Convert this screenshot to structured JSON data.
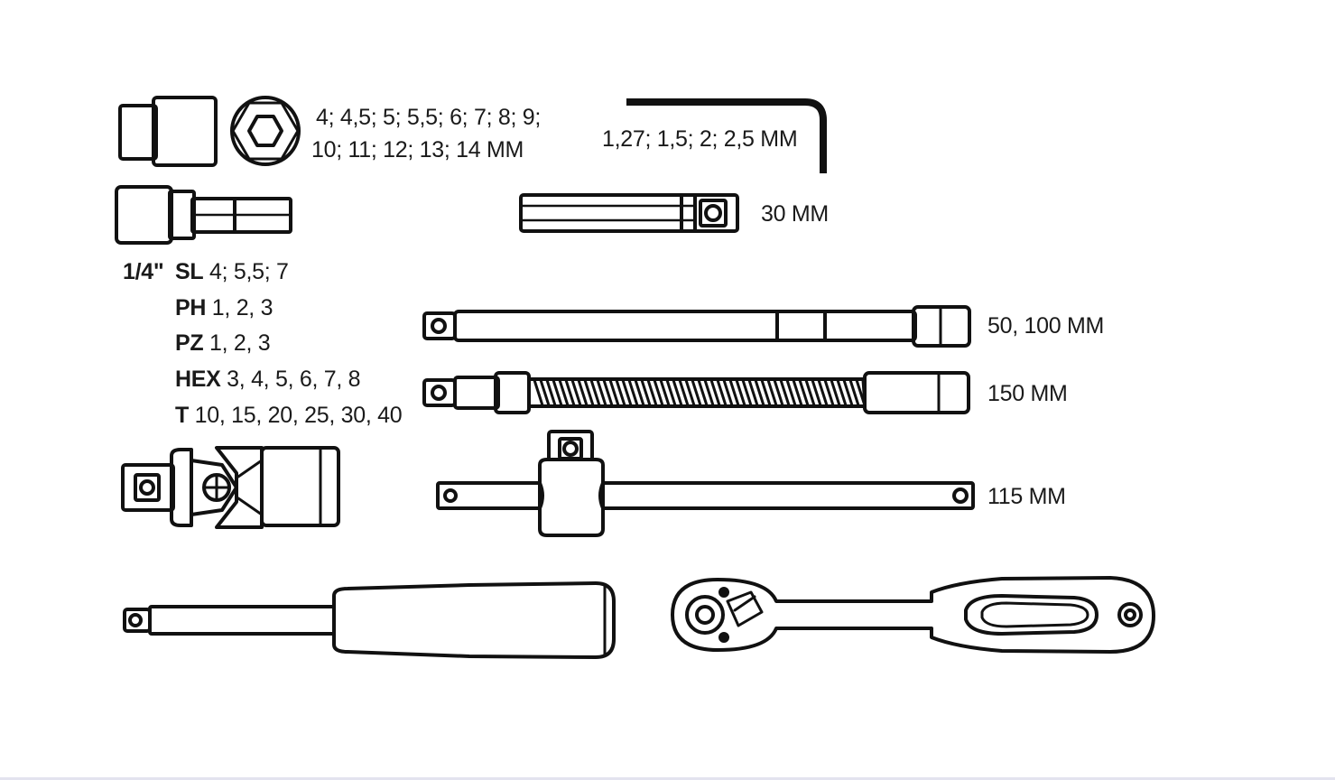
{
  "sockets": {
    "line1": "4; 4,5; 5; 5,5; 6; 7; 8; 9;",
    "line2": "10; 11; 12; 13; 14 MM"
  },
  "hex_key": {
    "label": "1,27; 1,5; 2; 2,5 MM"
  },
  "adapter": {
    "label": "30 MM"
  },
  "extension": {
    "label": "50, 100 MM"
  },
  "flex_extension": {
    "label": "150 MM"
  },
  "t_bar": {
    "label": "115 MM"
  },
  "bits": {
    "drive": "1/4\"",
    "rows": [
      {
        "type": "SL",
        "sizes": "4; 5,5; 7"
      },
      {
        "type": "PH",
        "sizes": "1, 2, 3"
      },
      {
        "type": "PZ",
        "sizes": "1, 2, 3"
      },
      {
        "type": "HEX",
        "sizes": "3, 4, 5, 6, 7, 8"
      },
      {
        "type": "T",
        "sizes": "10, 15, 20, 25, 30, 40"
      }
    ]
  }
}
